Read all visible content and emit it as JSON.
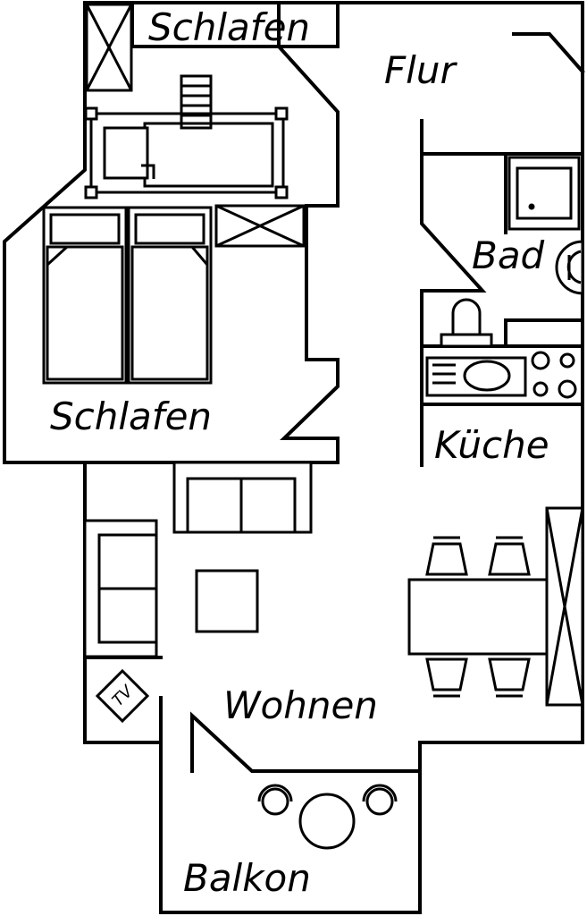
{
  "rooms": {
    "schlafen_small": "Schlafen",
    "flur": "Flur",
    "bad": "Bad",
    "schlafen_large": "Schlafen",
    "kueche": "Küche",
    "wohnen": "Wohnen",
    "balkon": "Balkon"
  },
  "appliances": {
    "tv": "TV"
  },
  "colors": {
    "line": "#000000",
    "background": "#ffffff"
  }
}
